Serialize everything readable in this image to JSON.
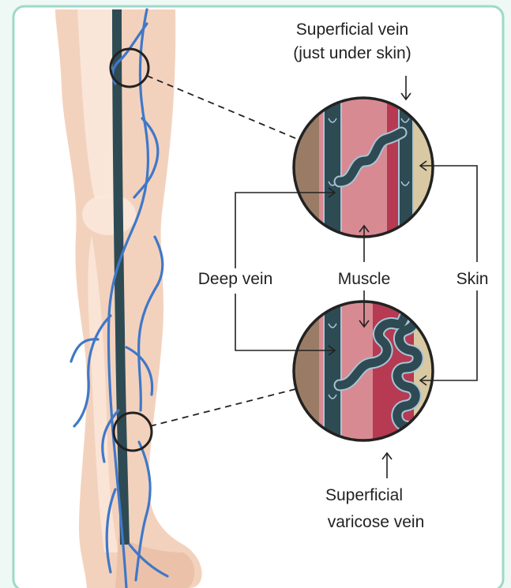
{
  "labels": {
    "superficial_vein_line1": "Superficial vein",
    "superficial_vein_line2": "(just under skin)",
    "deep_vein": "Deep vein",
    "muscle": "Muscle",
    "skin": "Skin",
    "varicose_line1": "Superficial",
    "varicose_line2": "varicose vein"
  },
  "colors": {
    "frame": "#9fd8c8",
    "panel_bg": "#eef8f4",
    "skin_tone": "#f3d2bd",
    "bone": "#fae8db",
    "deep_vein": "#2e4b54",
    "superficial_vein": "#3f78c8",
    "muscle": "#d88a92",
    "muscle_dark": "#b53a52",
    "fat": "#d9c9a2",
    "tissue": "#9a7c66"
  }
}
